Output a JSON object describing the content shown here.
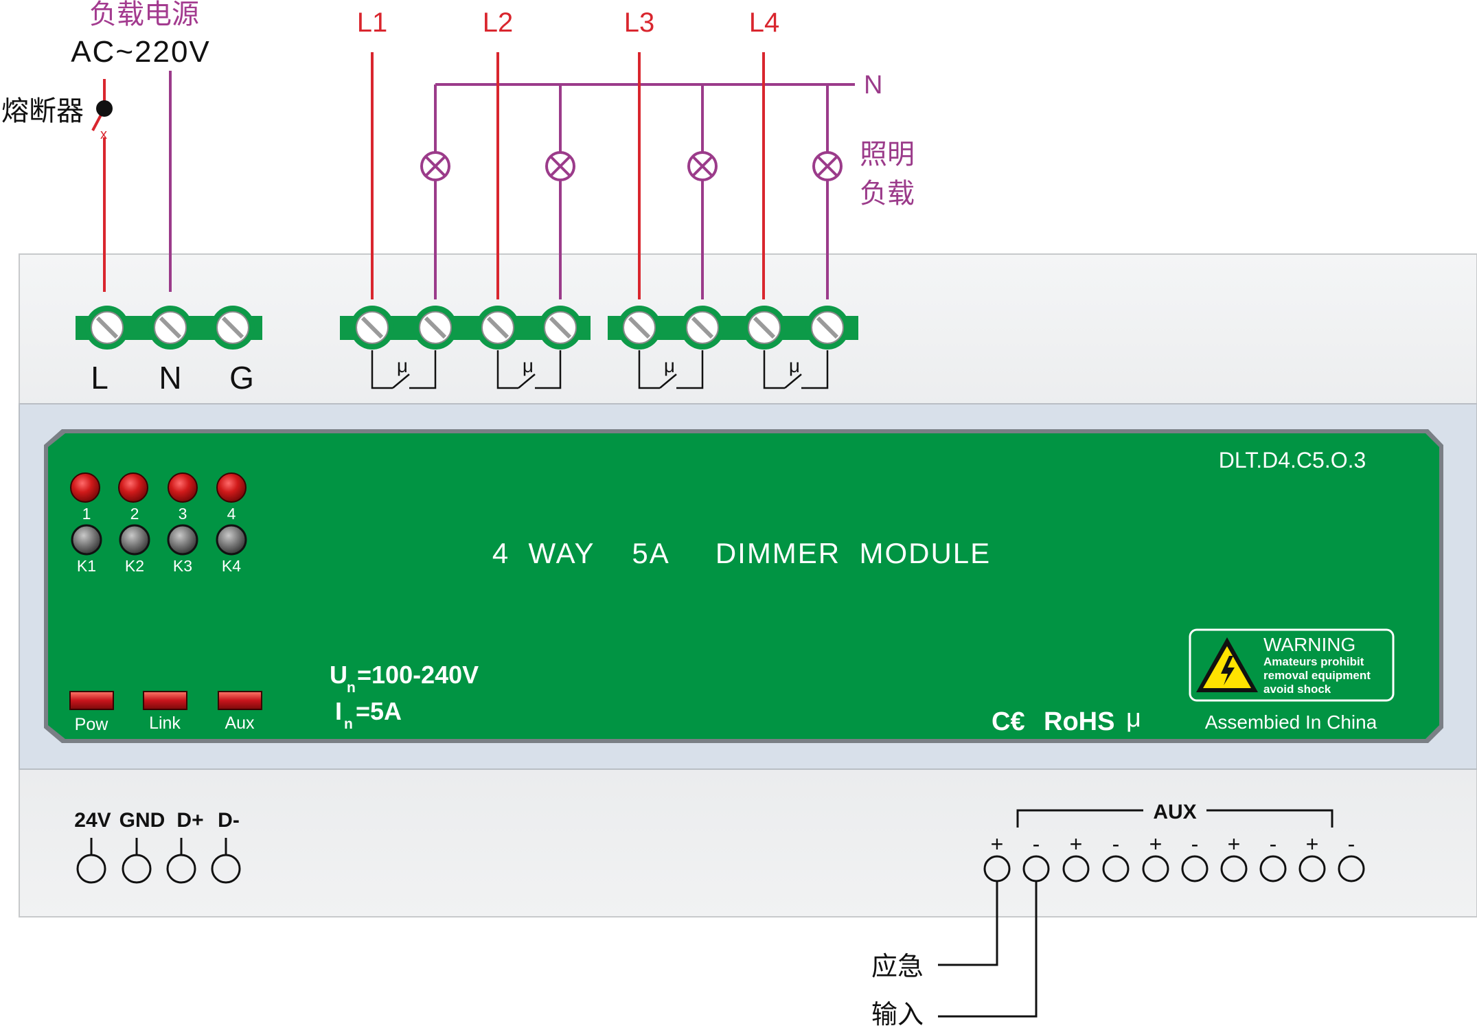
{
  "power": {
    "label_cn": "负载电源",
    "voltage": "AC~220V",
    "fuse_label": "熔断器",
    "fuse_mark": "x"
  },
  "lines": [
    "L1",
    "L2",
    "L3",
    "L4"
  ],
  "neutral": "N",
  "lamp_label_1": "照明",
  "lamp_label_2": "负载",
  "power_terminals": [
    "L",
    "N",
    "G"
  ],
  "relay_symbol": "μ",
  "panel": {
    "model": "DLT.D4.C5.O.3",
    "title": "4  WAY    5A     DIMMER  MODULE",
    "channel_leds": [
      "1",
      "2",
      "3",
      "4"
    ],
    "keys": [
      "K1",
      "K2",
      "K3",
      "K4"
    ],
    "status_leds": [
      "Pow",
      "Link",
      "Aux"
    ],
    "un_main": "U",
    "un_sub": "n",
    "un_value": "=100-240V",
    "in_main": "I",
    "in_sub": "n",
    "in_value": "=5A",
    "ce": "C€",
    "rohs": "RoHS",
    "mu": "μ",
    "warning_title": "WARNING",
    "warning_line1": "Amateurs prohibit",
    "warning_line2": "removal equipment",
    "warning_line3": "avoid shock",
    "assembled": "Assembied In China"
  },
  "bus_terminals": [
    "24V",
    "GND",
    "D+",
    "D-"
  ],
  "aux": {
    "label": "AUX",
    "polarity": [
      "+",
      "-",
      "+",
      "-",
      "+",
      "-",
      "+",
      "-",
      "+",
      "-"
    ]
  },
  "emergency_label": "应急",
  "input_label": "输入",
  "colors": {
    "line_red": "#d9262e",
    "neutral_purple": "#9b3b8a",
    "panel_green": "#019443",
    "terminal_green": "#0d9a48",
    "led_red": "#c8141c"
  }
}
